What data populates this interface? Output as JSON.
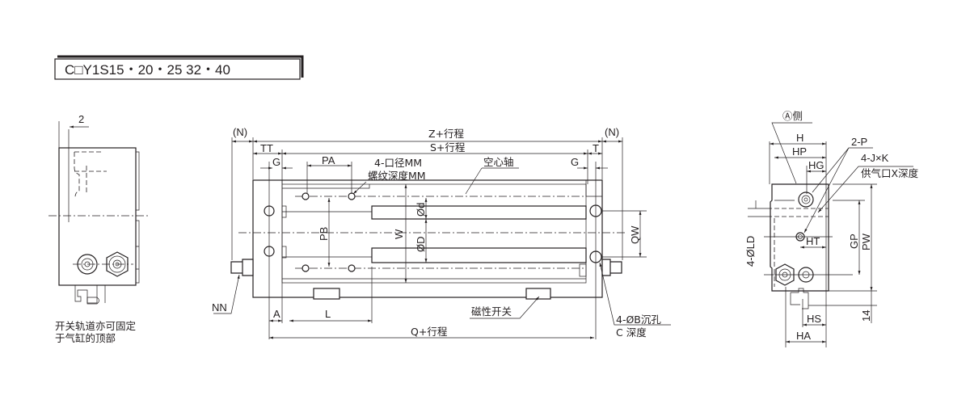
{
  "title": "C□Y1S15・20・25 32・40",
  "side_view": {
    "dim_2": "2",
    "note_line1": "开关轨道亦可固定",
    "note_line2": "于气缸的顶部"
  },
  "front_view": {
    "n_left": "(N)",
    "n_right": "(N)",
    "z_stroke": "Z+行程",
    "s_stroke": "S+行程",
    "tt": "TT",
    "t": "T",
    "g_left": "G",
    "g_right": "G",
    "pa": "PA",
    "port_mm": "4-口径MM",
    "thread_depth": "螺纹深度MM",
    "hollow_shaft": "空心轴",
    "pb": "PB",
    "w": "W",
    "od_small": "Ød",
    "od_large": "ØD",
    "qw": "QW",
    "nn": "NN",
    "a": "A",
    "l": "L",
    "magnetic_switch": "磁性开关",
    "q_stroke": "Q+行程",
    "counterbore": "4-ØB沉孔",
    "c_depth": "C  深度"
  },
  "end_view": {
    "a_side": "Ⓐ侧",
    "h": "H",
    "hp": "HP",
    "hg": "HG",
    "two_p": "2-P",
    "jk": "4-J×K",
    "supply_port": "供气口X深度",
    "ld": "4-ØLD",
    "ht": "HT",
    "gp": "GP",
    "pw": "PW",
    "dim_14": "14",
    "hs": "HS",
    "ha": "HA"
  }
}
